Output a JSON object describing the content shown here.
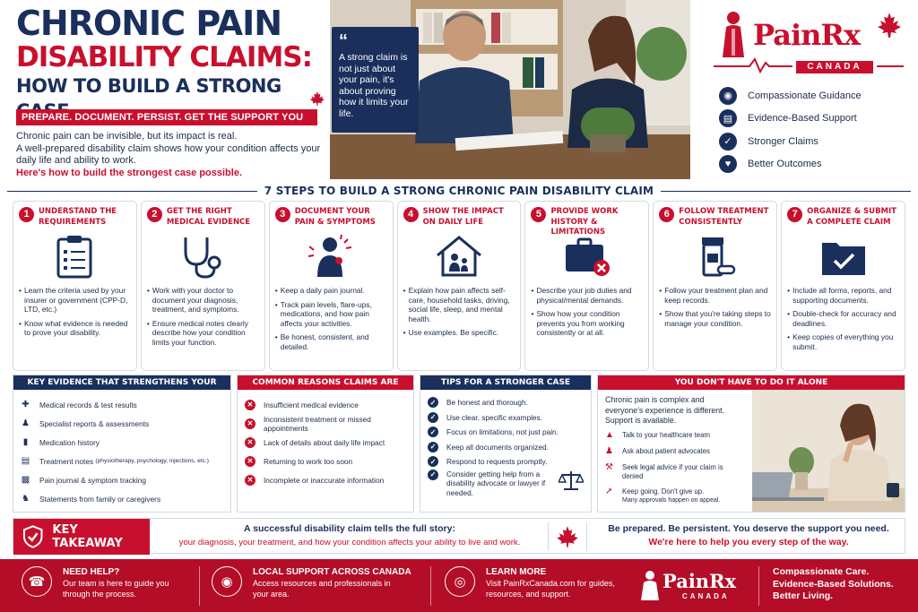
{
  "header": {
    "title_line1": "CHRONIC PAIN",
    "title_line2": "DISABILITY CLAIMS:",
    "title_line3": "HOW TO BUILD A STRONG CASE",
    "tagline": "PREPARE. DOCUMENT. PERSIST. GET THE SUPPORT YOU DESERVE.",
    "intro_line1": "Chronic pain can be invisible, but its impact is real.",
    "intro_line2": "A well-prepared disability claim shows how your condition affects your daily life and ability to work.",
    "intro_line3": "Here's how to build the strongest case possible."
  },
  "quote": {
    "mark": "“",
    "text": "A strong claim is not just about your pain, it's about proving how it limits your life."
  },
  "brand": {
    "name": "PainRx",
    "country": "CANADA",
    "benefits": [
      {
        "label": "Compassionate Guidance",
        "icon": "people-icon"
      },
      {
        "label": "Evidence-Based Support",
        "icon": "document-check-icon"
      },
      {
        "label": "Stronger Claims",
        "icon": "shield-check-icon"
      },
      {
        "label": "Better Outcomes",
        "icon": "heart-hands-icon"
      }
    ]
  },
  "steps_heading": "7 STEPS TO BUILD A STRONG CHRONIC PAIN DISABILITY CLAIM",
  "steps": [
    {
      "num": "1",
      "title": "UNDERSTAND THE REQUIREMENTS",
      "icon": "clipboard-icon",
      "bullets": [
        "Learn the criteria used by your insurer or government (CPP-D, LTD, etc.)",
        "Know what evidence is needed to prove your disability."
      ]
    },
    {
      "num": "2",
      "title": "GET THE RIGHT MEDICAL EVIDENCE",
      "icon": "stethoscope-icon",
      "bullets": [
        "Work with your doctor to document your diagnosis, treatment, and symptoms.",
        "Ensure medical notes clearly describe how your condition limits your function."
      ]
    },
    {
      "num": "3",
      "title": "DOCUMENT YOUR PAIN & SYMPTOMS",
      "icon": "pain-person-icon",
      "bullets": [
        "Keep a daily pain journal.",
        "Track pain levels, flare-ups, medications, and how pain affects your activities.",
        "Be honest, consistent, and detailed."
      ]
    },
    {
      "num": "4",
      "title": "SHOW THE IMPACT ON DAILY LIFE",
      "icon": "house-family-icon",
      "bullets": [
        "Explain how pain affects self-care, household tasks, driving, social life, sleep, and mental health.",
        "Use examples. Be specific."
      ]
    },
    {
      "num": "5",
      "title": "PROVIDE WORK HISTORY & LIMITATIONS",
      "icon": "briefcase-x-icon",
      "bullets": [
        "Describe your job duties and physical/mental demands.",
        "Show how your condition prevents you from working consistently or at all."
      ]
    },
    {
      "num": "6",
      "title": "FOLLOW TREATMENT CONSISTENTLY",
      "icon": "pill-bottle-icon",
      "bullets": [
        "Follow your treatment plan and keep records.",
        "Show that you're taking steps to manage your condition."
      ]
    },
    {
      "num": "7",
      "title": "ORGANIZE & SUBMIT A COMPLETE CLAIM",
      "icon": "folder-check-icon",
      "bullets": [
        "Include all forms, reports, and supporting documents.",
        "Double-check for accuracy and deadlines.",
        "Keep copies of everything you submit."
      ]
    }
  ],
  "key_evidence": {
    "heading": "KEY EVIDENCE THAT STRENGTHENS YOUR CLAIM",
    "items": [
      {
        "text": "Medical records & test results",
        "icon": "medical-cross-icon"
      },
      {
        "text": "Specialist reports & assessments",
        "icon": "doctor-icon"
      },
      {
        "text": "Medication history",
        "icon": "pill-icon"
      },
      {
        "text_main": "Treatment notes",
        "text_small": "(physiotherapy, psychology, injections, etc.)",
        "icon": "notes-icon"
      },
      {
        "text": "Pain journal & symptom tracking",
        "icon": "journal-icon"
      },
      {
        "text": "Statements from family or caregivers",
        "icon": "group-icon"
      }
    ]
  },
  "denials": {
    "heading": "COMMON REASONS CLAIMS ARE DENIED",
    "items": [
      "Insufficient medical evidence",
      "Inconsistent treatment or missed appointments",
      "Lack of details about daily life impact",
      "Returning to work too soon",
      "Incomplete or inaccurate information"
    ]
  },
  "tips": {
    "heading": "TIPS FOR A STRONGER CASE",
    "items": [
      "Be honest and thorough.",
      "Use clear, specific examples.",
      "Focus on limitations, not just pain.",
      "Keep all documents organized.",
      "Respond to requests promptly.",
      "Consider getting help from a disability advocate or lawyer if needed."
    ]
  },
  "alone": {
    "heading": "YOU DON'T HAVE TO DO IT ALONE",
    "intro_line1": "Chronic pain is complex and everyone's experience is different.",
    "intro_line2": "Support is available.",
    "items": [
      {
        "text": "Talk to your healthcare team",
        "icon": "chat-icon"
      },
      {
        "text": "Ask about patient advocates",
        "icon": "advocate-icon"
      },
      {
        "text": "Seek legal advice if your claim is denied",
        "icon": "gavel-icon"
      },
      {
        "text_main": "Keep going. Don't give up.",
        "text_small": "Many approvals happen on appeal.",
        "icon": "arrow-up-icon"
      }
    ]
  },
  "takeaway": {
    "label": "KEY TAKEAWAY",
    "line1": "A successful disability claim tells the full story:",
    "line2": "your diagnosis, your treatment, and how your condition affects your ability to live and work.",
    "right1": "Be prepared. Be persistent. You deserve the support you need.",
    "right2": "We're here to help you every step of the way."
  },
  "footer": {
    "help_head": "NEED HELP?",
    "help_text": "Our team is here to guide you through the process.",
    "local_head": "LOCAL SUPPORT ACROSS CANADA",
    "local_text": "Access resources and professionals in your area.",
    "learn_head": "LEARN MORE",
    "learn_text": "Visit PainRxCanada.com for guides, resources, and support.",
    "logo_name": "PainRx",
    "logo_sub": "CANADA",
    "slogan1": "Compassionate Care.",
    "slogan2": "Evidence-Based Solutions.",
    "slogan3": "Better Living."
  },
  "colors": {
    "navy": "#1a2f5c",
    "red": "#c8102e",
    "footer_red": "#b30d27"
  }
}
